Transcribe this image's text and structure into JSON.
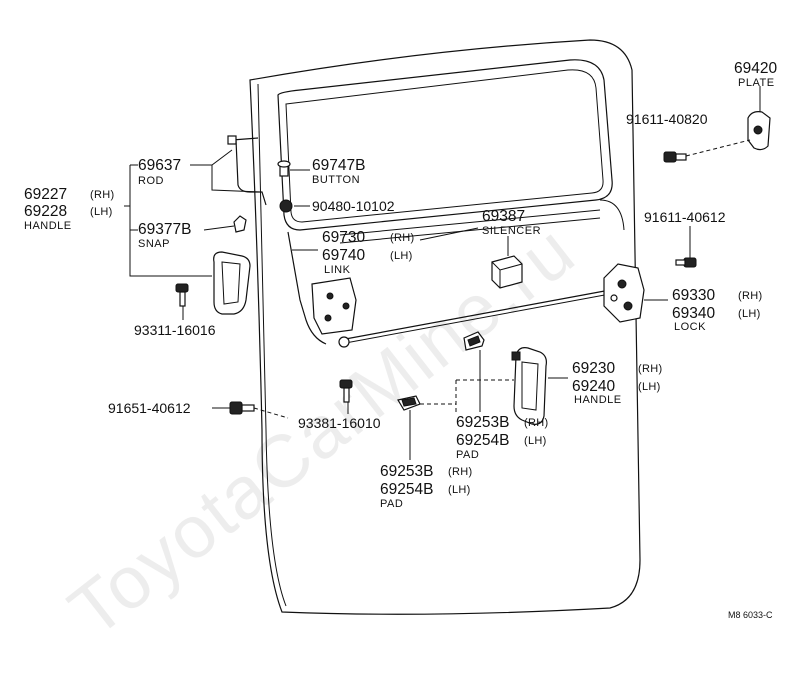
{
  "diagram": {
    "watermark": "ToyotaCarMine.ru",
    "figure_code": "M8 6033-C",
    "labels": {
      "p69420": {
        "number": "69420",
        "name": "PLATE"
      },
      "p91611_40820": {
        "number": "91611-40820"
      },
      "p69637": {
        "number": "69637",
        "name": "ROD"
      },
      "p69747b": {
        "number": "69747B",
        "name": "BUTTON"
      },
      "p69227": {
        "number": "69227",
        "side": "(RH)"
      },
      "p69228": {
        "number": "69228",
        "side": "(LH)",
        "name": "HANDLE"
      },
      "p90480": {
        "number": "90480-10102"
      },
      "p69377b": {
        "number": "69377B",
        "name": "SNAP"
      },
      "p69387": {
        "number": "69387",
        "name": "SILENCER"
      },
      "p91611_40612": {
        "number": "91611-40612"
      },
      "p69730": {
        "number": "69730",
        "side": "(RH)"
      },
      "p69740": {
        "number": "69740",
        "side": "(LH)",
        "name": "LINK"
      },
      "p69330": {
        "number": "69330",
        "side": "(RH)"
      },
      "p69340": {
        "number": "69340",
        "side": "(LH)",
        "name": "LOCK"
      },
      "p93311": {
        "number": "93311-16016"
      },
      "p69230": {
        "number": "69230",
        "side": "(RH)"
      },
      "p69240": {
        "number": "69240",
        "side": "(LH)",
        "name": "HANDLE"
      },
      "p91651": {
        "number": "91651-40612"
      },
      "p93381": {
        "number": "93381-16010"
      },
      "p69253b_a": {
        "number": "69253B",
        "side": "(RH)"
      },
      "p69254b_a": {
        "number": "69254B",
        "side": "(LH)",
        "name": "PAD"
      },
      "p69253b_b": {
        "number": "69253B",
        "side": "(RH)"
      },
      "p69254b_b": {
        "number": "69254B",
        "side": "(LH)",
        "name": "PAD"
      }
    }
  }
}
